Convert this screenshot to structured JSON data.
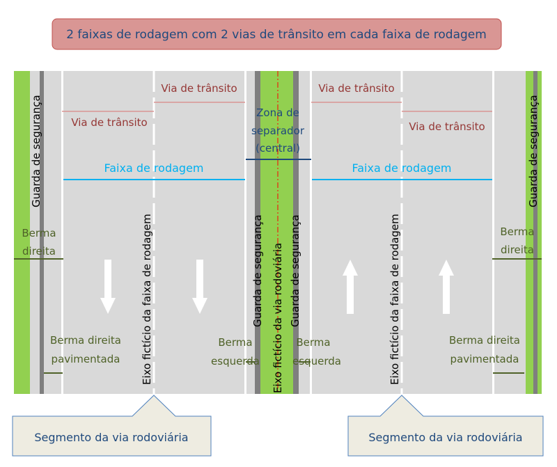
{
  "title": "2 faixas de rodagem com 2 vias de trânsito em cada faixa de rodagem",
  "labels": {
    "via_transito": "Via de trânsito",
    "faixa_rodagem": "Faixa de rodagem",
    "zona_separador": [
      "Zona de",
      "separador",
      "(central)"
    ],
    "guarda_seguranca": "Guarda de segurança",
    "berma_direita": [
      "Berma",
      "direita"
    ],
    "berma_direita_pavimentada": [
      "Berma direita",
      "pavimentada"
    ],
    "berma_esquerda": [
      "Berma",
      "esquerda"
    ],
    "eixo_faixa": "Eixo fictício da faixa de rodagem",
    "eixo_via": "Eixo fictício da via rodoviária",
    "segmento": "Segmento da via rodoviária"
  },
  "colors": {
    "green": "#92d050",
    "road": "#d9d9d9",
    "rail": "#7f7f7f",
    "title_bg": "#d99694"
  }
}
